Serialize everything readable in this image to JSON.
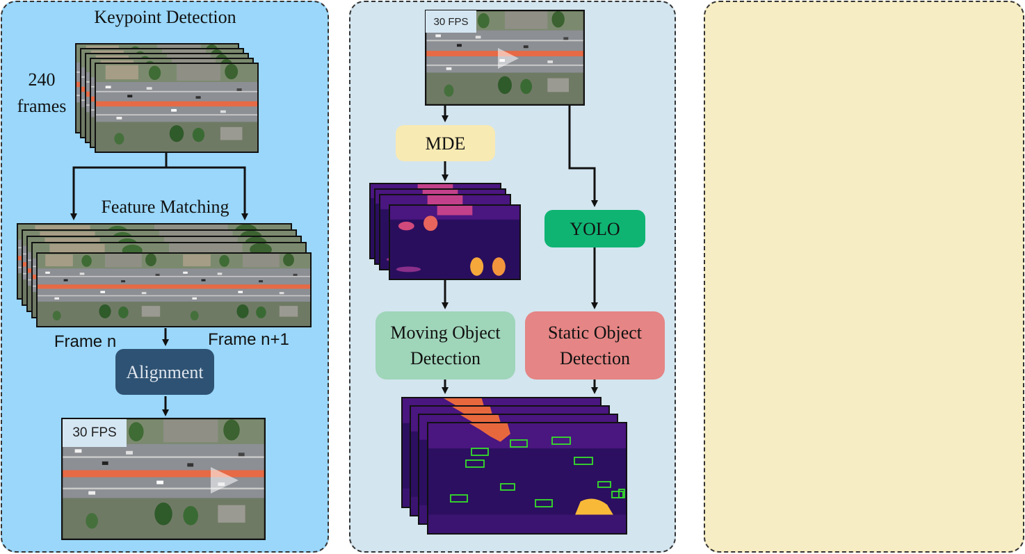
{
  "panel1": {
    "title": "Keypoint Detection",
    "frames_count": "240",
    "frames_word": "frames",
    "matching_label": "Feature Matching",
    "frame_n_label": "Frame n",
    "frame_n1_label": "Frame n+1",
    "alignment_label": "Alignment",
    "fps_badge": "30 FPS"
  },
  "panel2": {
    "fps_badge": "30 FPS",
    "mde_label": "MDE",
    "yolo_label": "YOLO",
    "moving_label": "Moving Object\nDetection",
    "static_label": "Static Object\nDetection"
  },
  "colors": {
    "panel1_bg": "#9ad7fa",
    "panel2_bg": "#d3e5ef",
    "panel3_bg": "#f6edc4",
    "mde_box": "#f8eab3",
    "yolo_box": "#0fb473",
    "alignment_box": "#2e5273",
    "moving_box": "#9fd5b9",
    "static_box": "#e58585",
    "detection_box_outline": "#35e02a",
    "road_stripe": "#e66a45"
  },
  "icons": {
    "aerial_frame": "aerial-road-video-frame",
    "depth_map": "depth-map-frame",
    "play": "play-icon"
  }
}
